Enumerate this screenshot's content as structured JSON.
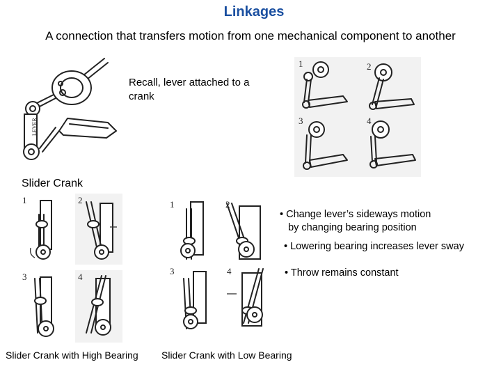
{
  "title": "Linkages",
  "subtitle": "A connection that transfers motion from one mechanical component to another",
  "recall_text": "Recall, lever attached to a crank",
  "slider_heading": "Slider Crank",
  "bullets": [
    "• Change lever’s sideways motion\n   by changing bearing position",
    "• Lowering bearing increases lever sway",
    "• Throw remains constant"
  ],
  "captions": {
    "high": "Slider Crank with High Bearing",
    "low": "Slider Crank with Low Bearing"
  },
  "figures": {
    "crank_sequence_numbers": [
      "1",
      "2",
      "3",
      "4"
    ],
    "high_numbers": [
      "1",
      "2",
      "3",
      "4"
    ],
    "low_numbers": [
      "1",
      "2",
      "3",
      "4"
    ],
    "lever_tag": "LEVER"
  }
}
